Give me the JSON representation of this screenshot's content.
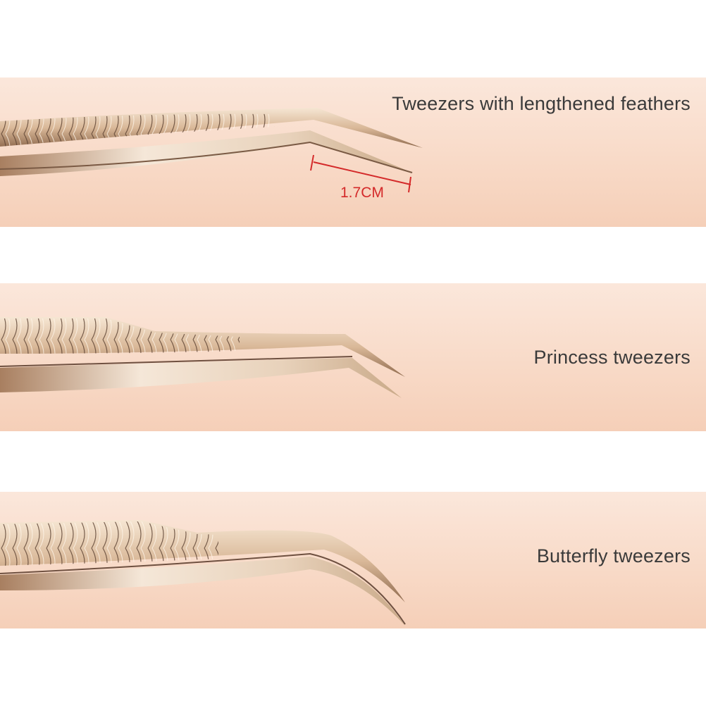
{
  "products": [
    {
      "label": "Tweezers with lengthened feathers",
      "measurement": "1.7CM"
    },
    {
      "label": "Princess tweezers"
    },
    {
      "label": "Butterfly tweezers"
    }
  ],
  "colors": {
    "background_light": "#fbe7db",
    "background_dark": "#f5cfb8",
    "measure_red": "#d42a2a",
    "text": "#3a3a3a"
  }
}
